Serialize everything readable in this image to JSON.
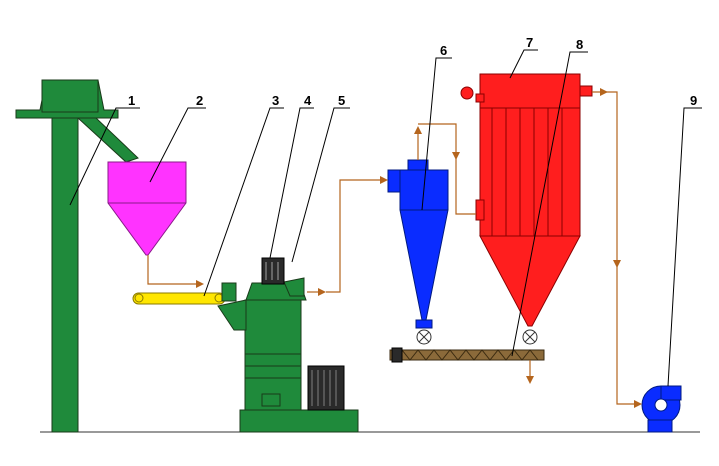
{
  "diagram": {
    "labels": [
      "1",
      "2",
      "3",
      "4",
      "5",
      "6",
      "7",
      "8",
      "9"
    ]
  },
  "colors": {
    "elevator": "#1f8a3b",
    "hopper": "#ff33ff",
    "conveyor": "#ffe600",
    "mill": "#1f8a3b",
    "cyclone": "#0a2cff",
    "dust_collector": "#ff1e1e",
    "screw_conveyor": "#8b6a3a",
    "fan": "#0a2cff",
    "flow_line": "#b5651d"
  },
  "components": [
    {
      "id": "1",
      "icon": "bucket-elevator"
    },
    {
      "id": "2",
      "icon": "feed-hopper"
    },
    {
      "id": "3",
      "icon": "belt-conveyor"
    },
    {
      "id": "4",
      "icon": "classifier-motor"
    },
    {
      "id": "5",
      "icon": "grinding-mill"
    },
    {
      "id": "6",
      "icon": "cyclone-collector"
    },
    {
      "id": "7",
      "icon": "pulse-dust-collector"
    },
    {
      "id": "8",
      "icon": "screw-conveyor"
    },
    {
      "id": "9",
      "icon": "blower-fan"
    }
  ]
}
